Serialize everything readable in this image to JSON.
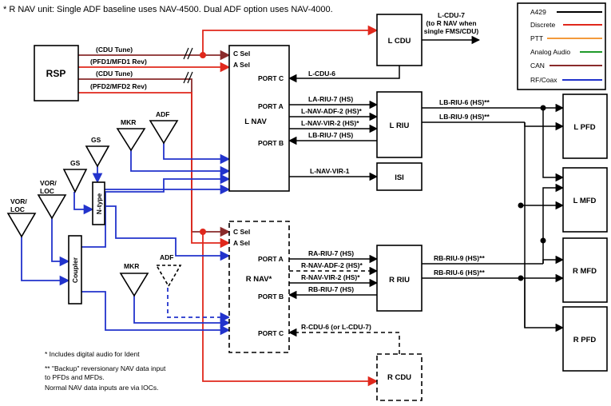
{
  "header_note": "* R NAV unit:  Single ADF baseline uses NAV-4500.  Dual ADF option uses NAV-4000.",
  "legend": {
    "items": [
      {
        "label": "A429",
        "color": "#000000"
      },
      {
        "label": "Discrete",
        "color": "#e0281c"
      },
      {
        "label": "PTT",
        "color": "#f39a3b"
      },
      {
        "label": "Analog Audio",
        "color": "#1f9a2a"
      },
      {
        "label": "CAN",
        "color": "#8a2b2b"
      },
      {
        "label": "RF/Coax",
        "color": "#2233cc"
      }
    ]
  },
  "units": {
    "rsp": "RSP",
    "lcdu": "L CDU",
    "rcdu": "R CDU",
    "lnav": "L NAV",
    "rnav": "R NAV*",
    "lriu": "L RIU",
    "rriu": "R RIU",
    "isi": "ISI",
    "lpfd": "L PFD",
    "lmfd": "L MFD",
    "rmfd": "R MFD",
    "rpfd": "R PFD",
    "coupler": "Coupler",
    "ntype": "N-type"
  },
  "ports": {
    "lnav_csel": "C Sel",
    "lnav_asel": "A Sel",
    "lnav_portc": "PORT C",
    "lnav_porta": "PORT A",
    "lnav_portb": "PORT B",
    "rnav_csel": "C Sel",
    "rnav_asel": "A Sel",
    "rnav_porta": "PORT A",
    "rnav_portb": "PORT B",
    "rnav_portc": "PORT C"
  },
  "antennas": {
    "vor_loc_left": "VOR/\nLOC",
    "vor_loc_mid": "VOR/\nLOC",
    "gs_low": "GS",
    "gs_high": "GS",
    "mkr_top": "MKR",
    "adf_top": "ADF",
    "mkr_bottom": "MKR",
    "adf_bottom": "ADF"
  },
  "labels": {
    "cdu_tune_1": "(CDU Tune)",
    "pfd1_mfd1": "(PFD1/MFD1 Rev)",
    "cdu_tune_2": "(CDU Tune)",
    "pfd2_mfd2": "(PFD2/MFD2 Rev)",
    "lcdu7_line1": "L-CDU-7",
    "lcdu7_line2": "(to R NAV when",
    "lcdu7_line3": "single FMS/CDU)",
    "lcdu6": "L-CDU-6",
    "la_riu_7": "LA-RIU-7 (HS)",
    "l_nav_adf_2": "L-NAV-ADF-2 (HS)*",
    "l_nav_vir_2": "L-NAV-VIR-2 (HS)*",
    "lb_riu_7": "LB-RIU-7 (HS)",
    "l_nav_vir_1": "L-NAV-VIR-1",
    "lb_riu_6": "LB-RIU-6 (HS)**",
    "lb_riu_9": "LB-RIU-9 (HS)**",
    "ra_riu_7": "RA-RIU-7 (HS)",
    "r_nav_adf_2": "R-NAV-ADF-2 (HS)*",
    "r_nav_vir_2": "R-NAV-VIR-2 (HS)*",
    "rb_riu_7": "RB-RIU-7 (HS)",
    "rb_riu_9": "RB-RIU-9 (HS)**",
    "rb_riu_6": "RB-RIU-6 (HS)**",
    "r_cdu_6": "R-CDU-6 (or L-CDU-7)"
  },
  "footnotes": {
    "n1": "* Includes digital audio for Ident",
    "n2a": "** \"Backup\" reversionary NAV data input",
    "n2b": "to PFDs and MFDs.",
    "n2c": "Normal NAV data inputs are via IOCs."
  }
}
